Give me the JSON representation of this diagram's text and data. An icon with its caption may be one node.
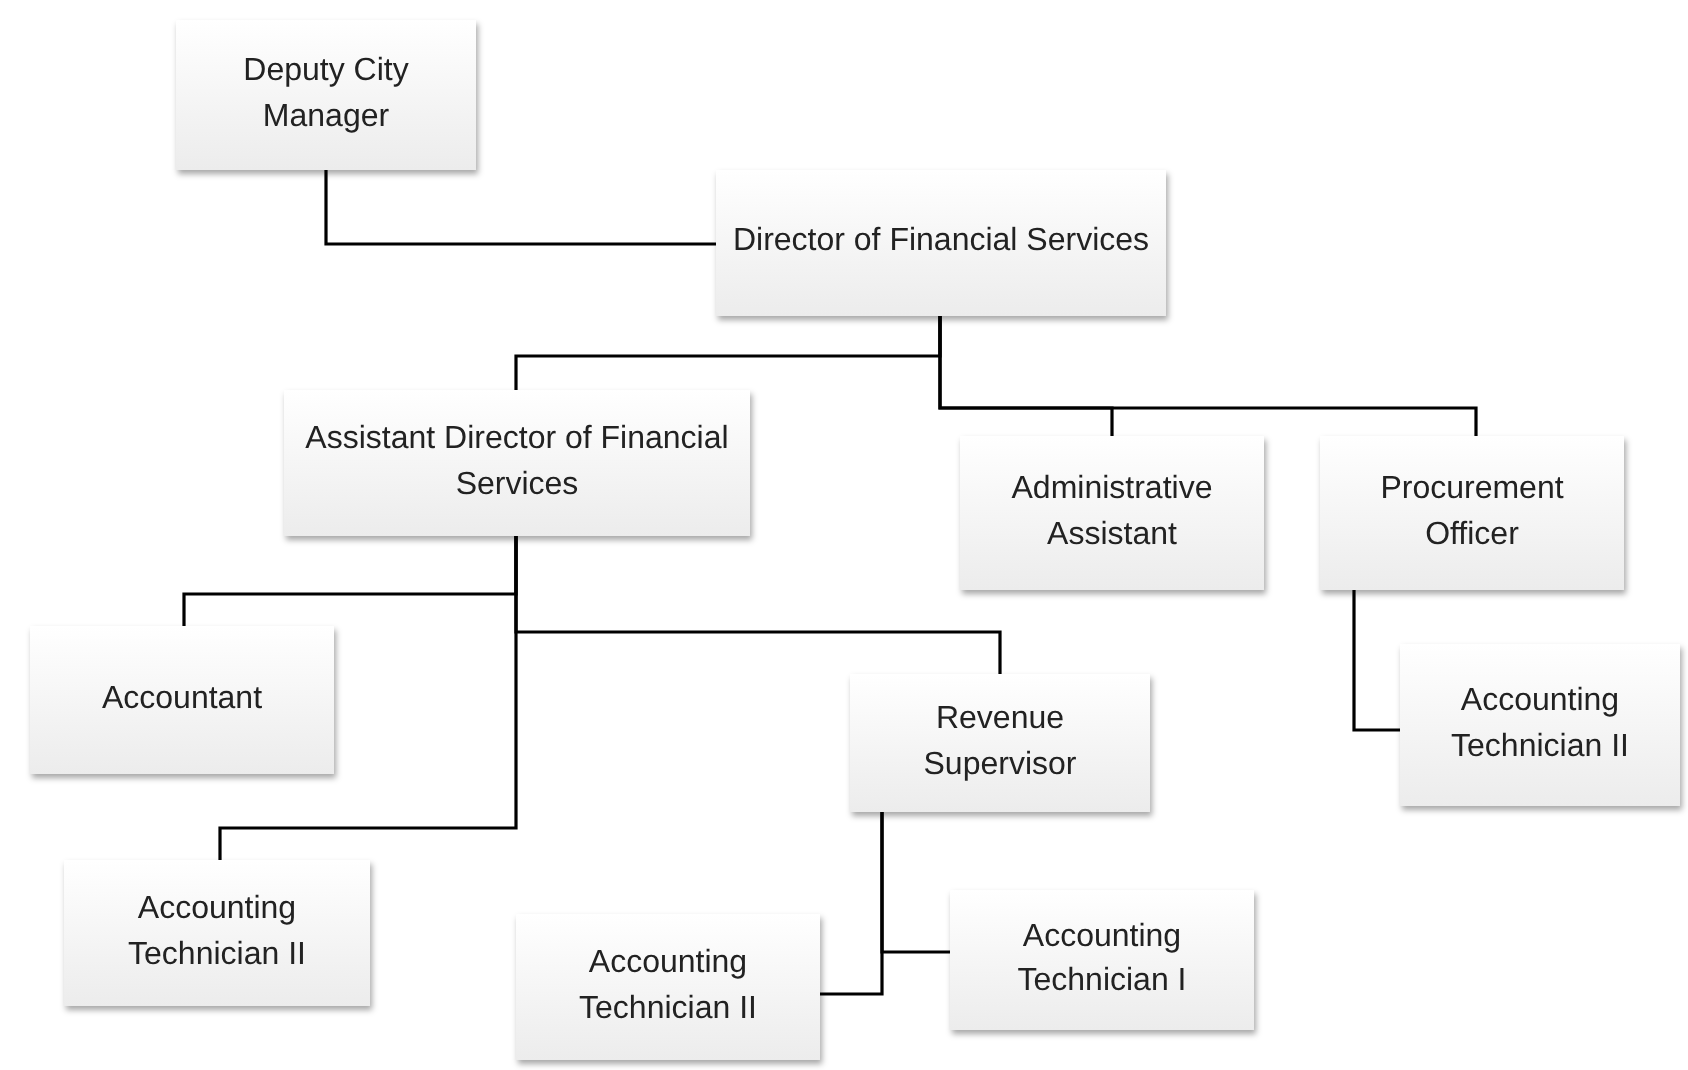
{
  "diagram": {
    "nodes": [
      {
        "text": [
          "Deputy City Manager"
        ]
      },
      {
        "text": [
          "Director of Financial Services"
        ]
      },
      {
        "text": [
          "Assistant Director of Financial Services"
        ]
      },
      {
        "text": [
          "Administrative Assistant"
        ]
      },
      {
        "text": [
          "Procurement Officer"
        ]
      },
      {
        "text": [
          "Accountant"
        ]
      },
      {
        "text": [
          "Revenue Supervisor"
        ]
      },
      {
        "text": [
          "Accounting Technician II"
        ]
      },
      {
        "text": [
          "Accounting Technician II"
        ]
      },
      {
        "text": [
          "Accounting Technician II"
        ]
      },
      {
        "text": [
          "Accounting Technician I"
        ]
      }
    ],
    "edges": [
      {
        "from": 0,
        "to": 1,
        "arrow": "none"
      },
      {
        "from": 1,
        "to": 2,
        "arrow": "none"
      },
      {
        "from": 1,
        "to": 3,
        "arrow": "none"
      },
      {
        "from": 1,
        "to": 4,
        "arrow": "none"
      },
      {
        "from": 2,
        "to": 5,
        "arrow": "none"
      },
      {
        "from": 2,
        "to": 6,
        "arrow": "none"
      },
      {
        "from": 2,
        "to": 8,
        "arrow": "none"
      },
      {
        "from": 4,
        "to": 7,
        "arrow": "none"
      },
      {
        "from": 6,
        "to": 9,
        "arrow": "none"
      },
      {
        "from": 6,
        "to": 10,
        "arrow": "none"
      }
    ]
  }
}
